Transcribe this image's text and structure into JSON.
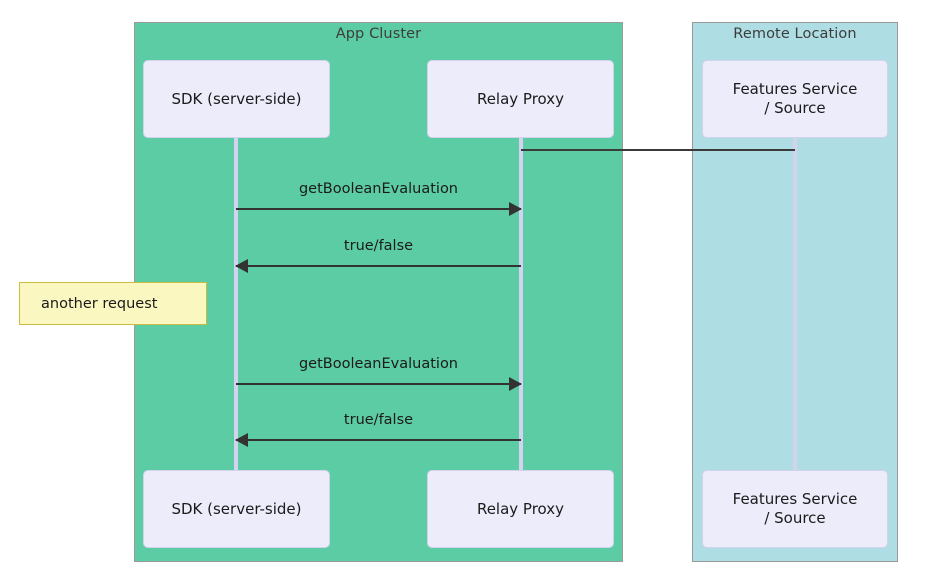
{
  "diagram": {
    "type": "sequence-diagram",
    "groups": [
      {
        "id": "app-cluster",
        "label": "App Cluster",
        "color": "#5CCCA4"
      },
      {
        "id": "remote-location",
        "label": "Remote Location",
        "color": "#AEDEE3"
      }
    ],
    "participants": [
      {
        "id": "sdk",
        "label": "SDK (server-side)",
        "group": "app-cluster",
        "color": "#ECECFA"
      },
      {
        "id": "relay",
        "label": "Relay Proxy",
        "group": "app-cluster",
        "color": "#ECECFA"
      },
      {
        "id": "features",
        "label": "Features Service / Source",
        "label_line_1": "Features Service",
        "label_line_2": "/ Source",
        "group": "remote-location",
        "color": "#ECECFA"
      }
    ],
    "messages": [
      {
        "id": "msg-1",
        "label": "getBooleanEvaluation",
        "from": "sdk",
        "to": "relay",
        "direction": "right"
      },
      {
        "id": "msg-2",
        "label": "true/false",
        "from": "relay",
        "to": "sdk",
        "direction": "left"
      },
      {
        "id": "msg-3",
        "label": "getBooleanEvaluation",
        "from": "sdk",
        "to": "relay",
        "direction": "right"
      },
      {
        "id": "msg-4",
        "label": "true/false",
        "from": "relay",
        "to": "sdk",
        "direction": "left"
      }
    ],
    "links": [
      {
        "id": "relay-features-link",
        "from": "relay",
        "to": "features",
        "style": "solid",
        "color": "#3a3a3a"
      }
    ],
    "notes": [
      {
        "id": "note-another-request",
        "text": "another request",
        "background": "#FBF7C0",
        "border": "#C9BC40"
      }
    ],
    "lifeline_color": "#D3D3EF",
    "arrow_color": "#333333"
  }
}
